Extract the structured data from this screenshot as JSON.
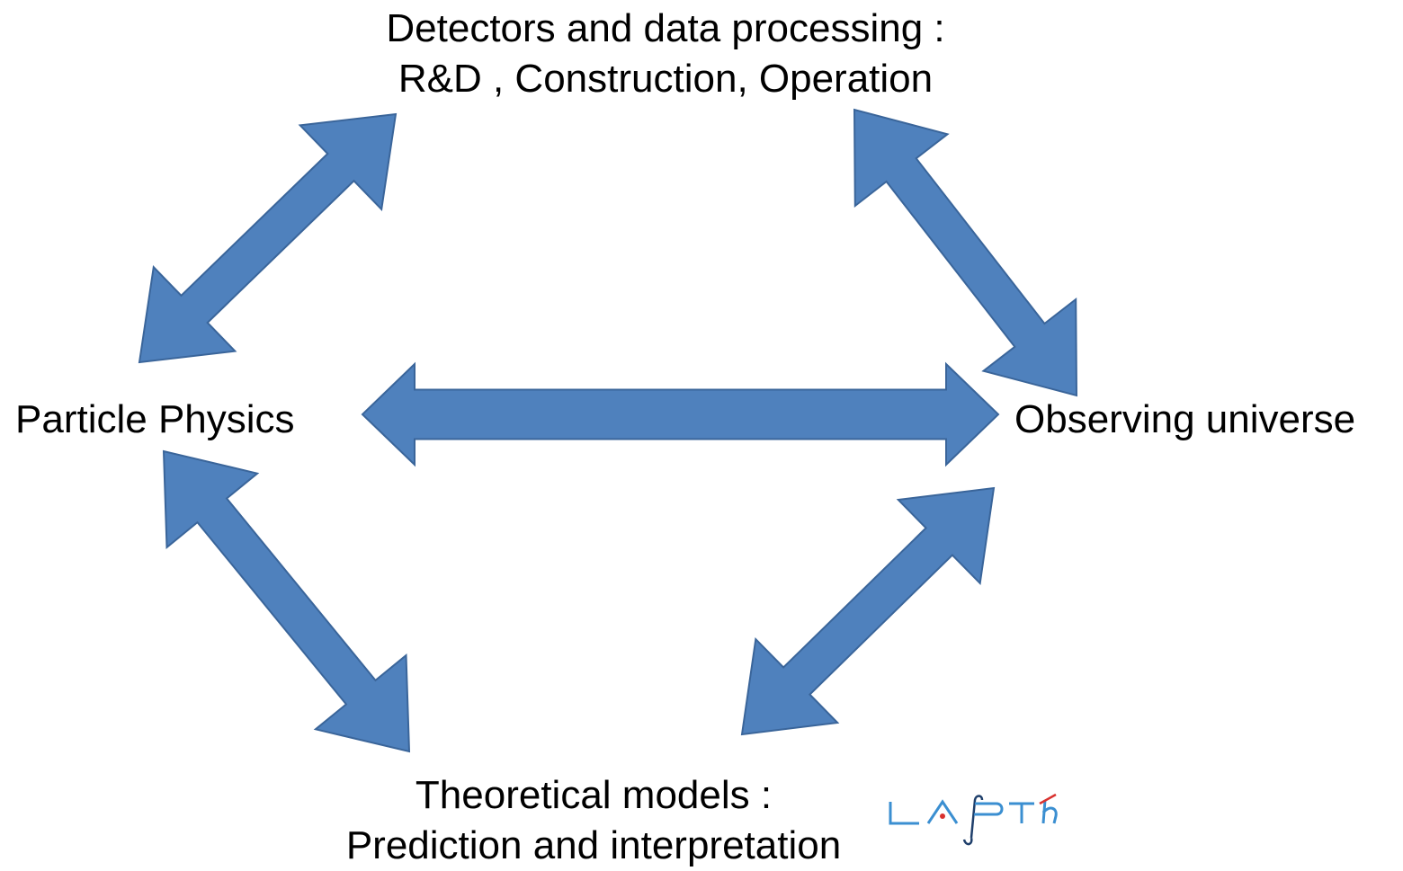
{
  "nodes": {
    "top": {
      "line1": "Detectors and data processing :",
      "line2": "R&D , Construction, Operation"
    },
    "left": {
      "label": "Particle Physics"
    },
    "right": {
      "label": "Observing universe"
    },
    "bottom": {
      "line1": "Theoretical models :",
      "line2": "Prediction and interpretation"
    }
  },
  "logo": {
    "text": "LAPTh",
    "name": "lapth-logo"
  },
  "colors": {
    "arrow_fill": "#4f81bd",
    "arrow_stroke": "#3a659a",
    "logo_blue": "#3b8fd1",
    "logo_red": "#d9322f",
    "logo_dark": "#1f3f6b"
  },
  "arrows": [
    {
      "name": "arrow-top-left",
      "from": "left",
      "to": "top"
    },
    {
      "name": "arrow-top-right",
      "from": "top",
      "to": "right"
    },
    {
      "name": "arrow-horizontal",
      "from": "left",
      "to": "right"
    },
    {
      "name": "arrow-bottom-left",
      "from": "left",
      "to": "bottom"
    },
    {
      "name": "arrow-bottom-right",
      "from": "bottom",
      "to": "right"
    }
  ]
}
